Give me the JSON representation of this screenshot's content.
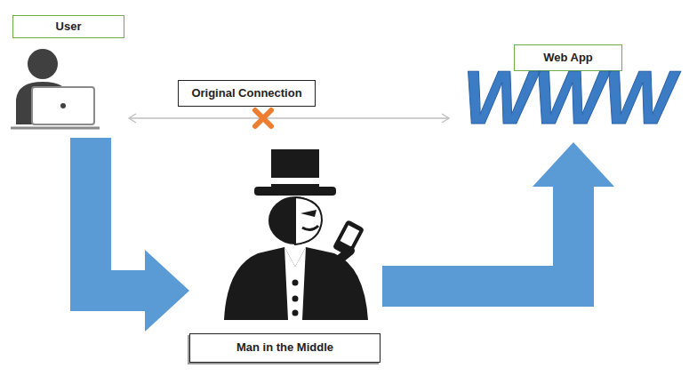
{
  "diagram": {
    "nodes": [
      {
        "text": [
          "User"
        ]
      },
      {
        "text": [
          "Original Connection"
        ]
      },
      {
        "text": [
          "Web App"
        ]
      },
      {
        "text": [
          "Man in the Middle"
        ]
      }
    ],
    "edges": [
      {
        "from": 0,
        "to": 2,
        "arrow": "both"
      },
      {
        "from": 0,
        "to": 3,
        "arrow": "to"
      },
      {
        "from": 3,
        "to": 2,
        "arrow": "to"
      }
    ],
    "labels": [
      "WWW"
    ]
  }
}
